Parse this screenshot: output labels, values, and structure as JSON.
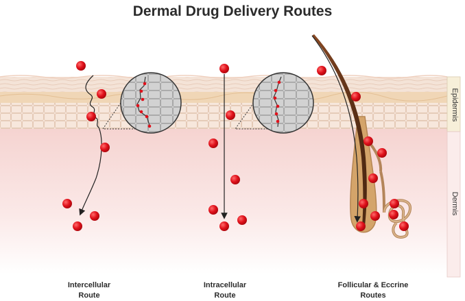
{
  "title": "Dermal Drug Delivery Routes",
  "routes": [
    {
      "label": "Intercellular\nRoute"
    },
    {
      "label": "Intracellular\nRoute"
    },
    {
      "label": "Follicular & Eccrine\nRoutes"
    }
  ],
  "layers": {
    "epidermis": "Epidermis",
    "dermis": "Dermis"
  },
  "colors": {
    "drug": "#e0111b",
    "stratum": "#f3e1d2",
    "viable_epidermis": "#f4d9b6",
    "dermis": "#f7dcdc",
    "hair": "#6b3a1f",
    "gland": "#c49a6c",
    "arrow": "#222222",
    "inset_fill": "#cfcfcf"
  }
}
